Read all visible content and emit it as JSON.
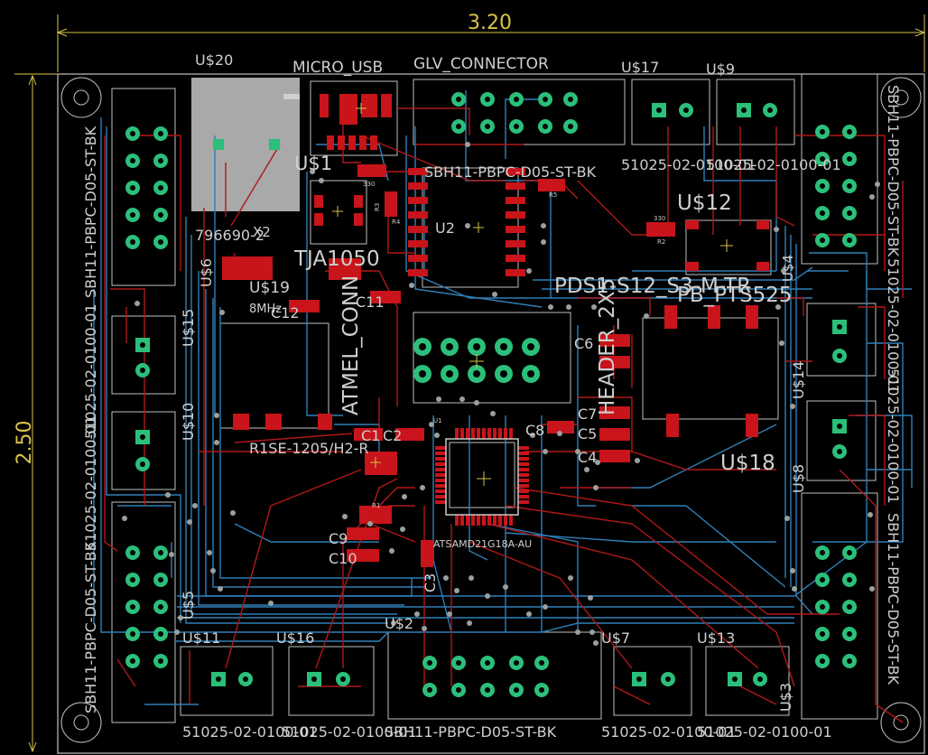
{
  "dimensions": {
    "width": "3.20",
    "height": "2.50"
  },
  "labels": {
    "u20": "U$20",
    "micro_usb": "MICRO_USB",
    "glv_connector": "GLV_CONNECTOR",
    "u17": "U$17",
    "u9": "U$9",
    "u1": "U$1",
    "sbh_top": "SBH11-PBPC-D05-ST-BK",
    "p_51025_a": "51025-02-0100-01",
    "p_51025_b": "51025-02-0100-01",
    "u12": "U$12",
    "u2": "U2",
    "p79669": "796690-2",
    "x2": "X2",
    "tja": "TJA1050",
    "u6": "U$6",
    "u19": "U$19",
    "mhz": "8MHz",
    "c12": "C12",
    "c11": "C11",
    "atmel": "ATMEL_CONN",
    "pds": "PDS1-S12_S3-M-TR",
    "header": "HEADER_2X5",
    "pb": "PB_PTS525",
    "u4": "U$4",
    "u15": "U$15",
    "u14": "U$14",
    "c6": "C6",
    "c7": "C7",
    "c5": "C5",
    "c4": "C4",
    "c8": "C8",
    "c1": "C1",
    "c2": "C2",
    "u10": "U$10",
    "r1se": "R1SE-1205/H2-R",
    "u18": "U$18",
    "u8": "U$8",
    "c9": "C9",
    "c10": "C10",
    "c3": "C3",
    "atsamd": "ATSAMD21G18A-AU",
    "u5": "U$5",
    "u11": "U$11",
    "u16": "U$16",
    "u2b": "U$2",
    "u7": "U$7",
    "u13": "U$13",
    "u3": "U$3",
    "sbh_left_top": "SBH11-PBPC-D05-ST-BK",
    "sbh_left_bot": "SBH11-PBPC-D05-ST-BK",
    "sbh_right_top": "SBH11-PBPC-D05-ST-BK",
    "sbh_right_bot": "SBH11-PBPC-D05-ST-BK",
    "left_51025_a": "51025-02-0100-01",
    "left_51025_b": "51025-02-0100-01",
    "right_51025_a": "51025-02-0100-01",
    "right_51025_b": "51025-02-0100-01",
    "bot_51025_a": "51025-02-0100-01",
    "bot_51025_b": "51025-02-0100-01",
    "bot_sbh": "SBH11-PBPC-D05-ST-BK",
    "bot_51025_c": "51025-02-0100-01",
    "bot_51025_d": "51025-02-0100-01"
  },
  "small_marks": {
    "r1": "R1",
    "r2": "R2",
    "r3": "R3",
    "r4": "R4",
    "r5": "R5",
    "u1": "U1",
    "r2v": "330",
    "r1v": "330"
  }
}
